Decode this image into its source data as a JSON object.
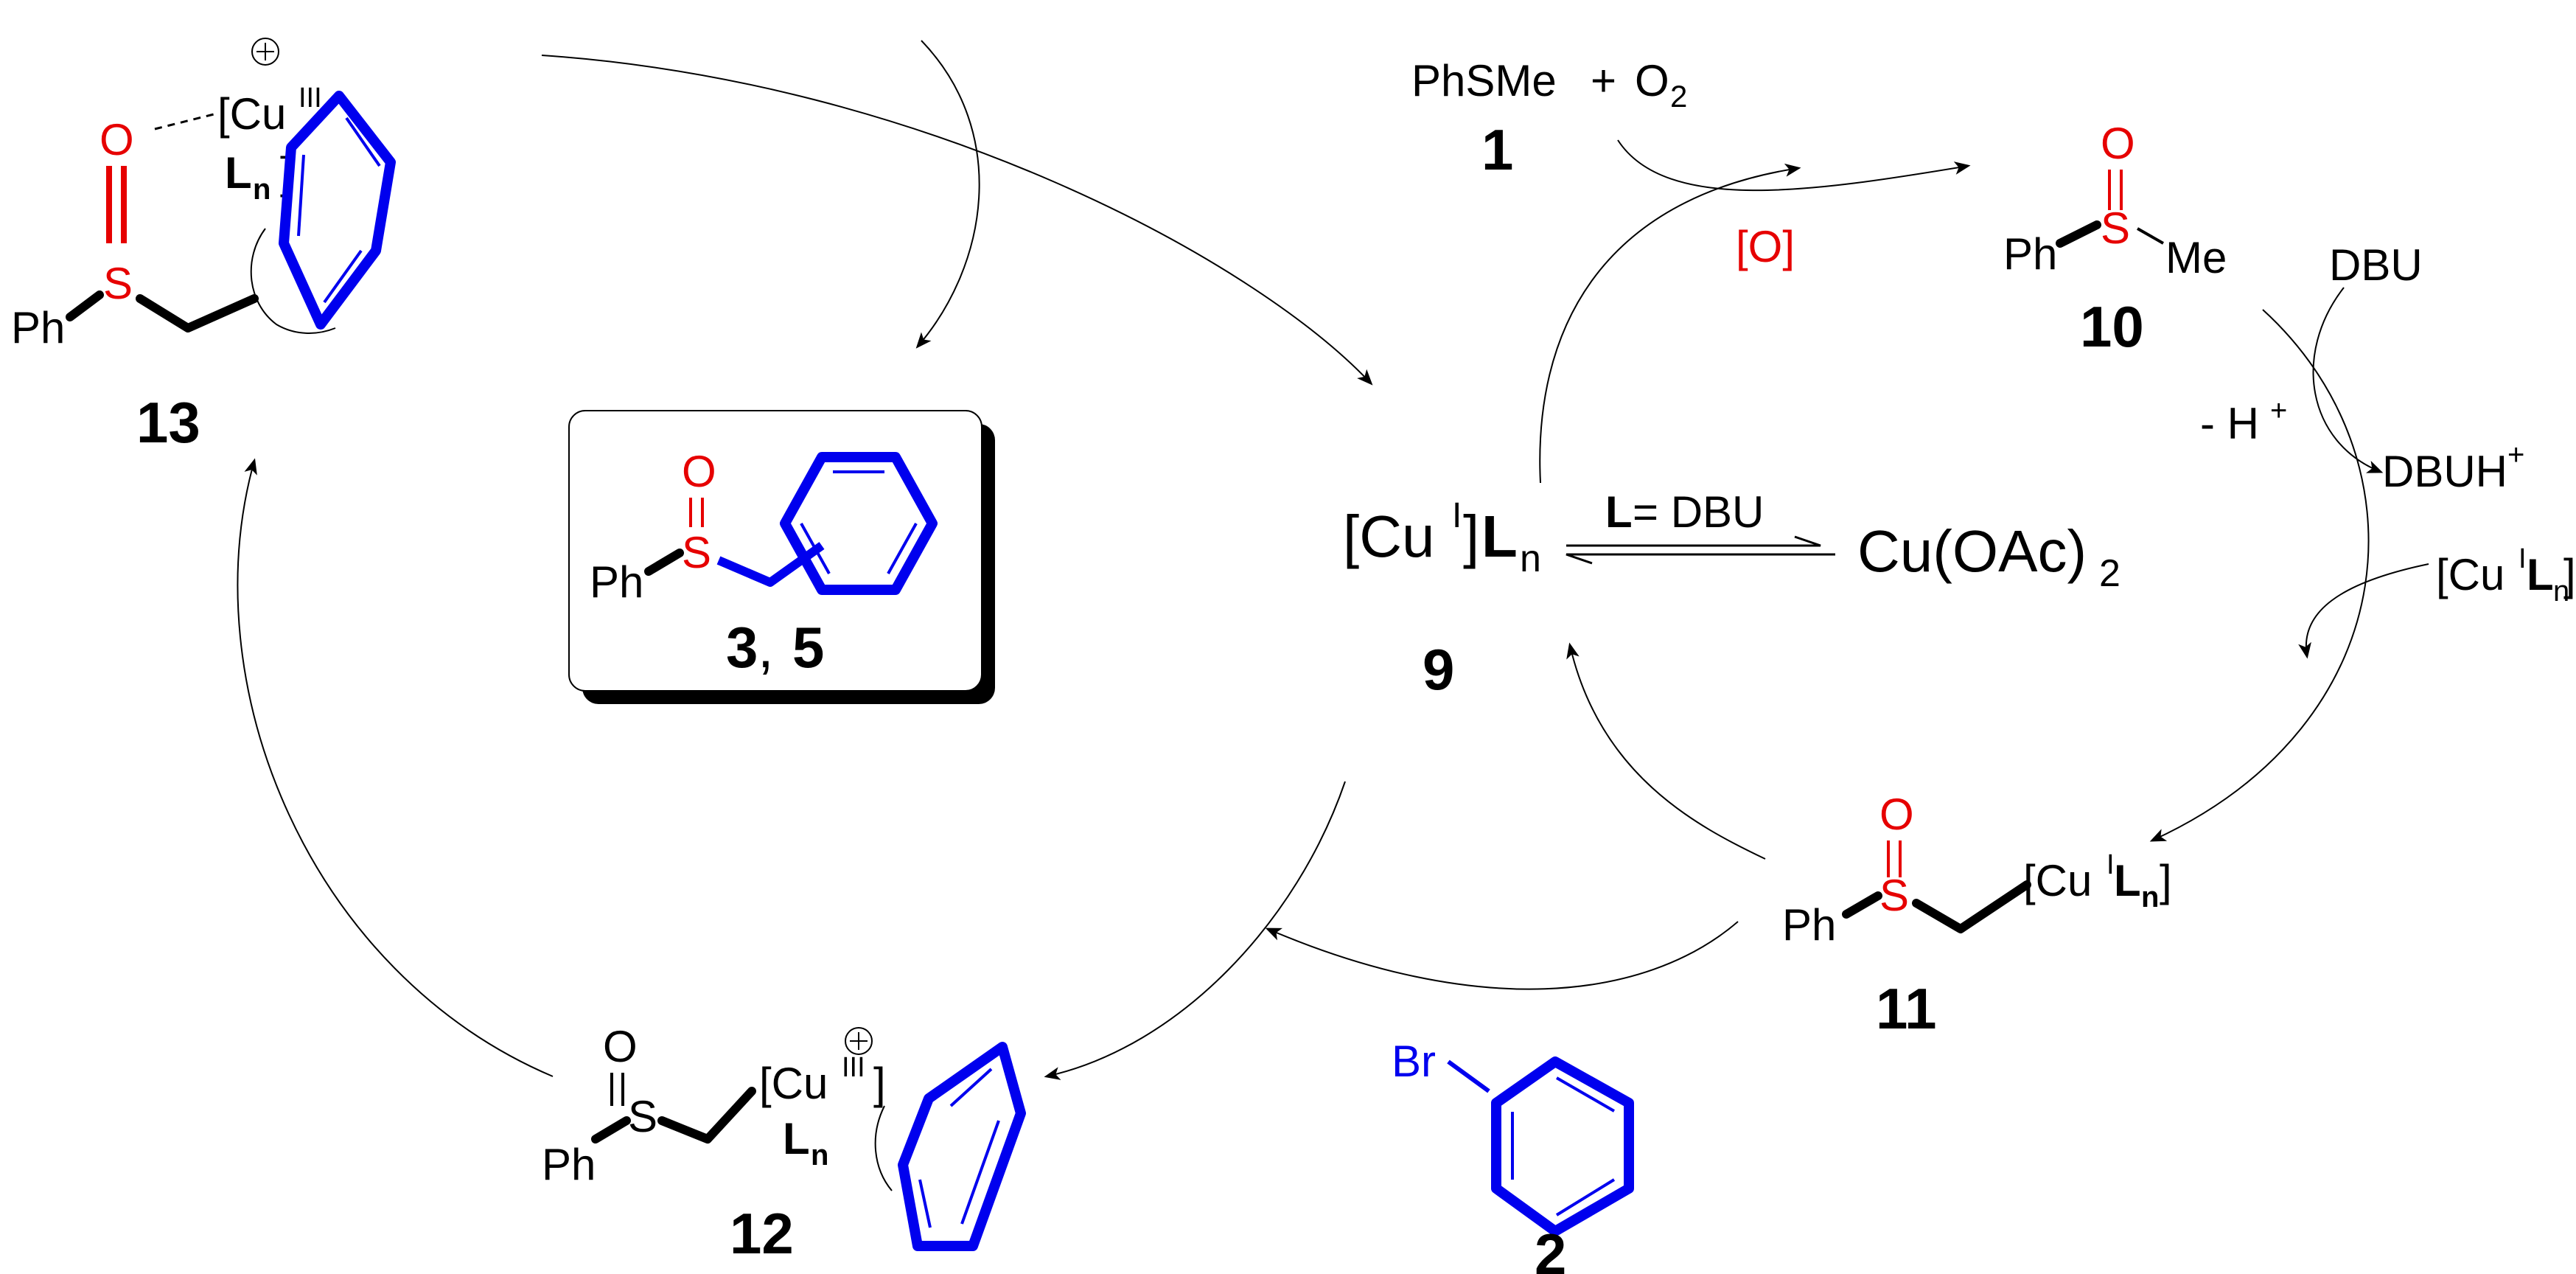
{
  "colors": {
    "heteroatom": "#e60000",
    "aryl": "#0000ee",
    "ink": "#000000"
  },
  "icons": {
    "cation": "circled-plus"
  },
  "labels": {
    "thioanisole": "PhSMe",
    "plus": "+",
    "oxygen": "O",
    "oxygen_sub": "2",
    "oxidant": "[O]",
    "sulfoxide_ph": "Ph",
    "sulfoxide_s": "S",
    "sulfoxide_o": "O",
    "sulfoxide_me": "Me",
    "base": "DBU",
    "deprotonation_minus": "- H",
    "deprotonation_sup": "+",
    "base_h": "DBUH",
    "base_h_sup": "+",
    "cu_l_bracket_open": "[Cu",
    "cu_l_sup": "I",
    "cu_l_L": "L",
    "cu_l_sub": "n",
    "cu_l_bracket_close": "]",
    "ligand_eq_L": "L",
    "ligand_eq_rest": " = DBU",
    "copper_acetate": "Cu(OAc)",
    "copper_acetate_sub": "2",
    "cu_iii": "[Cu",
    "cu_iii_sup": "III",
    "cu_iii_close": "]",
    "aryl_br": "Br"
  },
  "compounds": {
    "c1": "1",
    "c2": "2",
    "c9": "9",
    "c10": "10",
    "c11": "11",
    "c12": "12",
    "c13": "13",
    "product_a": "3",
    "product_sep": ", ",
    "product_b": "5"
  }
}
